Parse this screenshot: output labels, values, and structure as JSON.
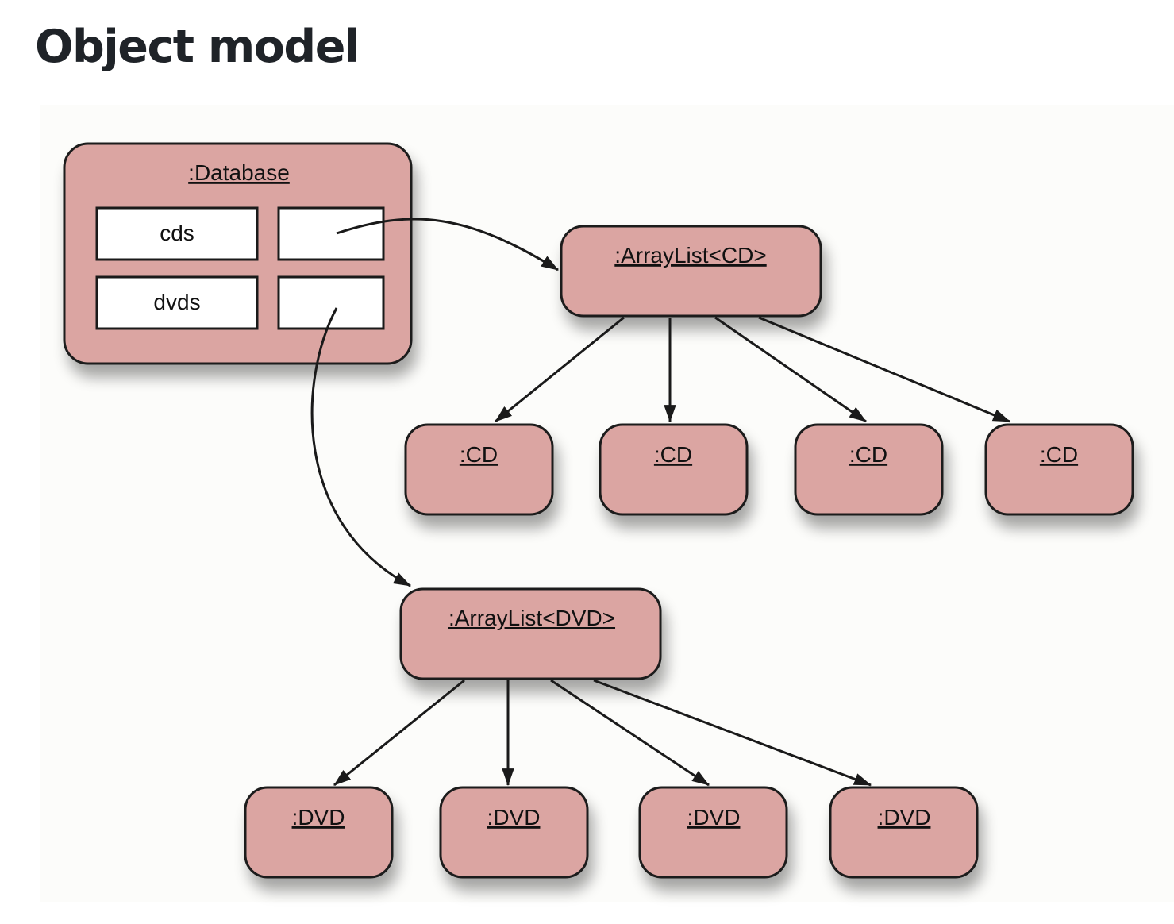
{
  "page": {
    "title": "Object model"
  },
  "diagram": {
    "database": {
      "label": ":Database",
      "fields": [
        "cds",
        "dvds"
      ]
    },
    "cd_list": {
      "label": ":ArrayList<CD>",
      "items": [
        ":CD",
        ":CD",
        ":CD",
        ":CD"
      ]
    },
    "dvd_list": {
      "label": ":ArrayList<DVD>",
      "items": [
        ":DVD",
        ":DVD",
        ":DVD",
        ":DVD"
      ]
    },
    "colors": {
      "object_fill": "#dba5a2",
      "field_fill": "#ffffff",
      "stroke": "#1a1a1a"
    }
  }
}
